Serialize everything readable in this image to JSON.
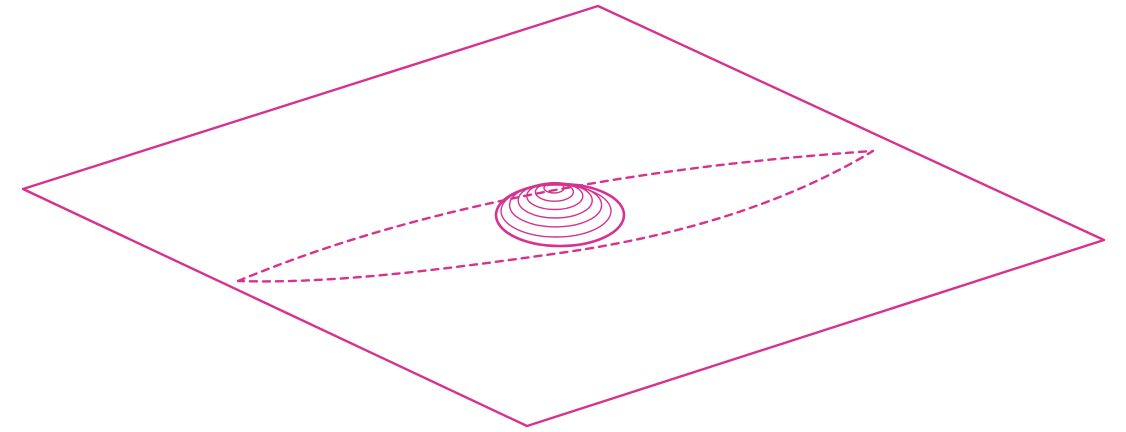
{
  "diagram": {
    "accent_color": "#d63290",
    "background_color": "#ffffff",
    "components": [
      "plane-parallelogram",
      "dashed-lens-outline",
      "central-ellipse",
      "concentric-contour-rings"
    ],
    "contour_ring_count": 6,
    "dashed_outline_style": "dashed"
  }
}
